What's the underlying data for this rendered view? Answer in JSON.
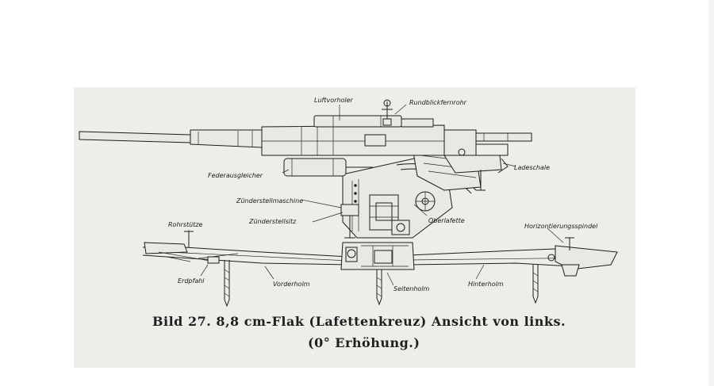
{
  "labels": {
    "luftvorholer": "Luftvorholer",
    "rundblickfernrohr": "Rundblickfernrohr",
    "ladeschale": "Ladeschale",
    "federausgleicher": "Federausgleicher",
    "zuenderstellmaschine": "Zünderstellmaschine",
    "zuenderstellsitz": "Zünderstellsitz",
    "oberlafette": "Oberlafette",
    "rohrstuetze": "Rohrstütze",
    "horizontierungsspindel": "Horizontierungsspindel",
    "erdpfahl": "Erdpfahl",
    "vorderholm": "Vorderholm",
    "seitenholm": "Seitenholm",
    "hinterholm": "Hinterholm"
  },
  "caption": {
    "line1": "Bild 27. 8,8 cm-Flak (Lafettenkreuz) Ansicht von links.",
    "line2": "(0° Erhöhung.)"
  },
  "colors": {
    "paper": "#eeede9",
    "ink": "#1d1d1d"
  }
}
